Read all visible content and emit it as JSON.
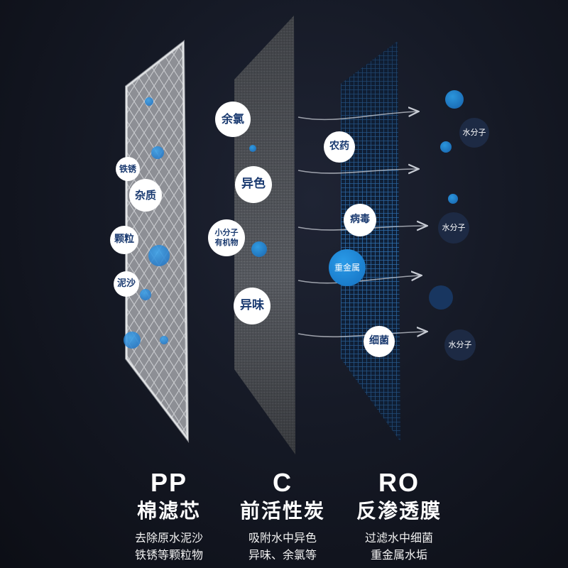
{
  "bubbles": {
    "pp": [
      {
        "text": "铁锈",
        "style": "white"
      },
      {
        "text": "杂质",
        "style": "white"
      },
      {
        "text": "颗粒",
        "style": "white"
      },
      {
        "text": "泥沙",
        "style": "white"
      }
    ],
    "carbon": [
      {
        "text": "余氯",
        "style": "white"
      },
      {
        "text": "异色",
        "style": "white"
      },
      {
        "text": "小分子\n有机物",
        "style": "white"
      },
      {
        "text": "异味",
        "style": "white"
      }
    ],
    "ro": [
      {
        "text": "农药",
        "style": "white"
      },
      {
        "text": "病毒",
        "style": "white"
      },
      {
        "text": "重金属",
        "style": "blue"
      },
      {
        "text": "细菌",
        "style": "white"
      }
    ],
    "water": [
      {
        "text": "水分子"
      },
      {
        "text": "水分子"
      },
      {
        "text": "水分子"
      }
    ]
  },
  "filters": [
    {
      "code": "PP",
      "name": "棉滤芯",
      "desc1": "去除原水泥沙",
      "desc2": "铁锈等颗粒物"
    },
    {
      "code": "C",
      "name": "前活性炭",
      "desc1": "吸附水中异色",
      "desc2": "异味、余氯等"
    },
    {
      "code": "RO",
      "name": "反渗透膜",
      "desc1": "过滤水中细菌",
      "desc2": "重金属水垢"
    }
  ],
  "colors": {
    "accent_blue": "#1f8fe0",
    "background": "#151925",
    "text": "#ffffff"
  }
}
